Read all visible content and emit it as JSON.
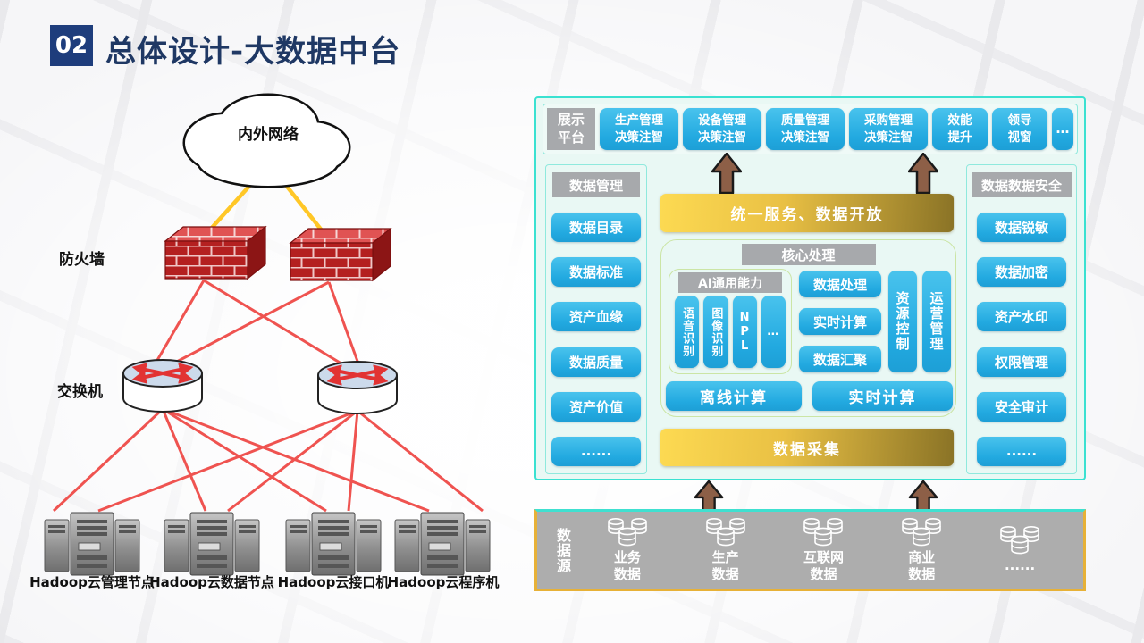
{
  "slide": {
    "number": "02",
    "title": "总体设计-大数据中台"
  },
  "network": {
    "cloud_label": "内外网络",
    "firewall_label": "防火墙",
    "switch_label": "交换机",
    "server_labels": [
      "Hadoop云管理节点",
      "Hadoop云数据节点",
      "Hadoop云接口机",
      "Hadoop云程序机"
    ]
  },
  "platform": {
    "display": {
      "label": "展示\n平台",
      "items": [
        "生产管理\n决策注智",
        "设备管理\n决策注智",
        "质量管理\n决策注智",
        "采购管理\n决策注智",
        "效能\n提升",
        "领导\n视窗",
        "…"
      ]
    },
    "management": {
      "label": "数据管理",
      "items": [
        "数据目录",
        "数据标准",
        "资产血缘",
        "数据质量",
        "资产价值",
        "......"
      ]
    },
    "security": {
      "label": "数据数据安全",
      "items": [
        "数据锐敏",
        "数据加密",
        "资产水印",
        "权限管理",
        "安全审计",
        "......"
      ]
    },
    "unified_service": "统一服务、数据开放",
    "core": {
      "label": "核心处理",
      "ai": {
        "label": "AI通用能力",
        "items": [
          "语音识别",
          "图像识别",
          "NPL",
          "…"
        ]
      },
      "processing": [
        "数据处理",
        "实时计算",
        "数据汇聚"
      ],
      "control": [
        "资源控制",
        "运营管理"
      ],
      "compute": [
        "离线计算",
        "实时计算"
      ]
    },
    "collection": "数据采集"
  },
  "sources": {
    "label": "数据源",
    "items": [
      "业务\n数据",
      "生产\n数据",
      "互联网\n数据",
      "商业\n数据",
      "......"
    ]
  },
  "colors": {
    "navy": "#1e3d7c",
    "accent_blue": "#29ade3",
    "gray": "#a7a9ac",
    "teal_border": "#3ae1d1",
    "gold_light": "#fdda52",
    "gold_dark": "#8a7326",
    "arrow_brown": "#8d5f47",
    "red_line": "#ef5350",
    "yellow_line": "#ffc727"
  }
}
